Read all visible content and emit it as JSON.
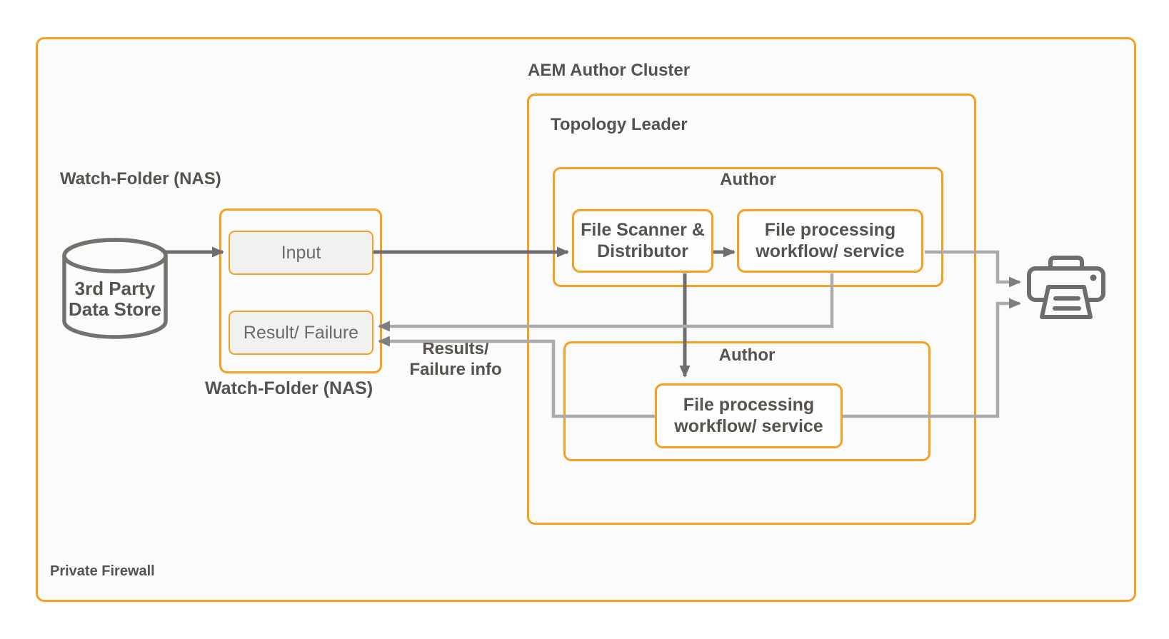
{
  "colors": {
    "accent_orange": "#F5A01E",
    "dark_arrow": "#6D6D6D",
    "light_arrow": "#ABABAB",
    "light_arrowhead": "#7E7E7E",
    "text_dark": "#56524E",
    "text_muted": "#6A6A6A",
    "panel_background": "#FBFBFB",
    "pill_background": "#F1F1F1"
  },
  "labels": {
    "private_firewall": "Private Firewall",
    "watch_folder_heading": "Watch-Folder (NAS)",
    "watch_folder_caption": "Watch-Folder (NAS)",
    "aem_author_cluster": "AEM Author Cluster",
    "topology_leader": "Topology Leader",
    "results_info_lines": [
      "Results/",
      "Failure info"
    ]
  },
  "nodes": {
    "data_store_lines": [
      "3rd Party",
      "Data Store"
    ],
    "input": "Input",
    "result_failure": "Result/ Failure",
    "author1_title": "Author",
    "file_scanner_lines": [
      "File Scanner &",
      "Distributor"
    ],
    "file_processing_top_lines": [
      "File processing",
      "workflow/ service"
    ],
    "author2_title": "Author",
    "file_processing_bottom_lines": [
      "File processing",
      "workflow/ service"
    ]
  },
  "icons": {
    "data_store": "database-cylinder-icon",
    "printer": "printer-icon"
  }
}
